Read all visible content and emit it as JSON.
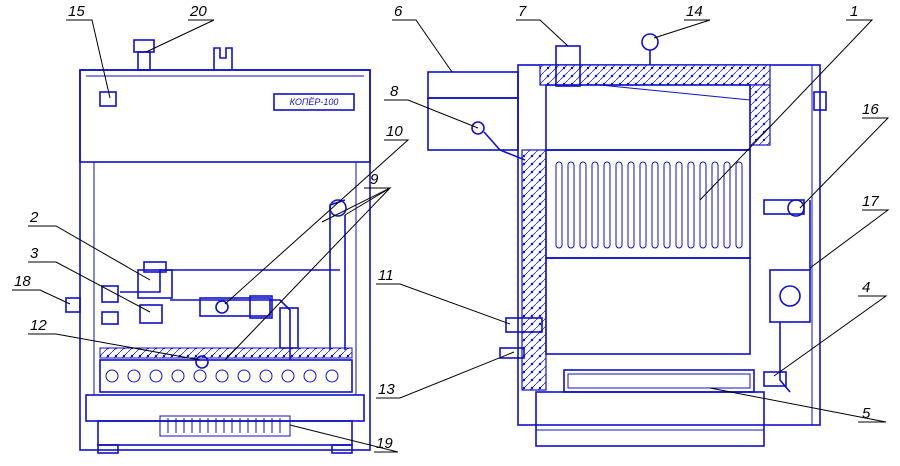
{
  "nameplate": "КОПЁР-100",
  "callouts": [
    "1",
    "2",
    "3",
    "4",
    "5",
    "6",
    "7",
    "8",
    "9",
    "10",
    "11",
    "12",
    "13",
    "14",
    "15",
    "16",
    "17",
    "18",
    "19",
    "20"
  ],
  "colors": {
    "drawing": "#1010c8",
    "leaders": "#000000"
  }
}
